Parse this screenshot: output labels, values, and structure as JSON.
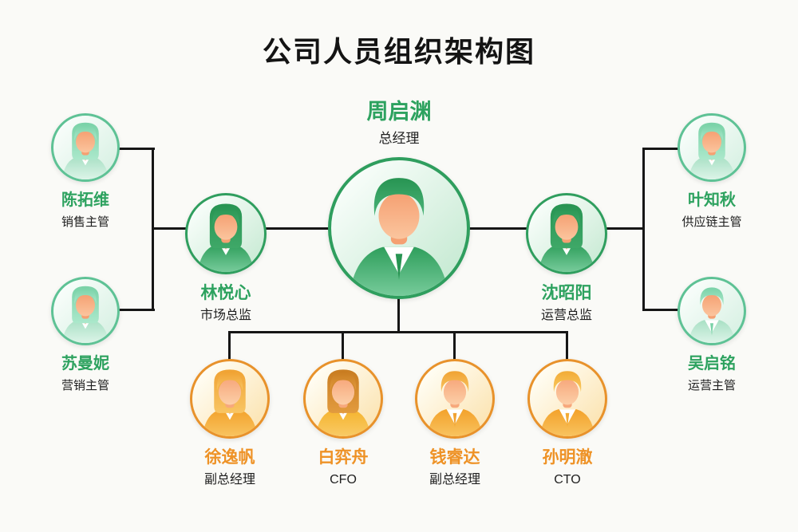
{
  "page": {
    "title": "公司人员组织架构图",
    "background_color": "#fafaf7",
    "line_color": "#161616",
    "green_name_color": "#2da25f",
    "orange_name_color": "#ee9226"
  },
  "nodes": [
    {
      "id": "ceo",
      "name": "周启渊",
      "role": "总经理",
      "gender": "male",
      "tier": "ceo",
      "name_color": "#2da25f",
      "palette": {
        "border": "#2f9e5e",
        "bg_from": "#f7fdf9",
        "bg_to": "#bfe7cd",
        "hair_from": "#279452",
        "hair_to": "#4ab378",
        "body_from": "#2f9f5c",
        "body_to": "#7fd0a2",
        "skin": "#f5a072",
        "skin_light": "#fbc59e"
      }
    },
    {
      "id": "director-left",
      "name": "林悦心",
      "role": "市场总监",
      "gender": "female",
      "tier": "director",
      "name_color": "#2da25f",
      "palette": {
        "border": "#2f9e5e",
        "bg_from": "#f7fdf9",
        "bg_to": "#c3e8d0",
        "hair_from": "#279452",
        "hair_to": "#3fa868",
        "body_from": "#2f9f5c",
        "body_to": "#7fd0a2",
        "skin": "#f5a072",
        "skin_light": "#fbc59e"
      }
    },
    {
      "id": "director-right",
      "name": "沈昭阳",
      "role": "运营总监",
      "gender": "female",
      "tier": "director",
      "name_color": "#2da25f",
      "palette": {
        "border": "#2f9e5e",
        "bg_from": "#f7fdf9",
        "bg_to": "#c3e8d0",
        "hair_from": "#279452",
        "hair_to": "#3fa868",
        "body_from": "#2f9f5c",
        "body_to": "#7fd0a2",
        "skin": "#f5a072",
        "skin_light": "#fbc59e"
      }
    },
    {
      "id": "supervisor-top-left",
      "name": "陈拓维",
      "role": "销售主管",
      "gender": "female",
      "tier": "supervisor",
      "name_color": "#2da25f",
      "palette": {
        "border": "#5ec295",
        "bg_from": "#f8fdfa",
        "bg_to": "#d3efe0",
        "hair_from": "#79d2a7",
        "hair_to": "#abe8cb",
        "body_from": "#a8e0c4",
        "body_to": "#e2f6ec",
        "skin": "#f5a072",
        "skin_light": "#fbc59e"
      }
    },
    {
      "id": "supervisor-bottom-left",
      "name": "苏曼妮",
      "role": "营销主管",
      "gender": "female",
      "tier": "supervisor",
      "name_color": "#2da25f",
      "palette": {
        "border": "#5ec295",
        "bg_from": "#f8fdfa",
        "bg_to": "#d3efe0",
        "hair_from": "#79d2a7",
        "hair_to": "#abe8cb",
        "body_from": "#a8e0c4",
        "body_to": "#e2f6ec",
        "skin": "#f5a072",
        "skin_light": "#fbc59e"
      }
    },
    {
      "id": "supervisor-top-right",
      "name": "叶知秋",
      "role": "供应链主管",
      "gender": "female",
      "tier": "supervisor",
      "name_color": "#2da25f",
      "palette": {
        "border": "#5ec295",
        "bg_from": "#f8fdfa",
        "bg_to": "#d3efe0",
        "hair_from": "#79d2a7",
        "hair_to": "#abe8cb",
        "body_from": "#a8e0c4",
        "body_to": "#e2f6ec",
        "skin": "#f5a072",
        "skin_light": "#fbc59e"
      }
    },
    {
      "id": "supervisor-bottom-right",
      "name": "吴启铭",
      "role": "运营主管",
      "gender": "male",
      "tier": "supervisor",
      "name_color": "#2da25f",
      "palette": {
        "border": "#5ec295",
        "bg_from": "#f8fdfa",
        "bg_to": "#d3efe0",
        "hair_from": "#79d2a7",
        "hair_to": "#abe8cb",
        "body_from": "#a8e0c4",
        "body_to": "#e2f6ec",
        "skin": "#f5a072",
        "skin_light": "#fbc59e"
      }
    },
    {
      "id": "exec-1",
      "name": "徐逸帆",
      "role": "副总经理",
      "gender": "female",
      "tier": "exec",
      "name_color": "#ee9226",
      "palette": {
        "border": "#e8922b",
        "bg_from": "#fffdf3",
        "bg_to": "#fbe0a8",
        "hair_from": "#f0a232",
        "hair_to": "#f8c564",
        "body_from": "#f3a22b",
        "body_to": "#f9c765",
        "skin": "#f7a87c",
        "skin_light": "#fccfa8"
      }
    },
    {
      "id": "exec-2",
      "name": "白弈舟",
      "role": "CFO",
      "gender": "female",
      "tier": "exec",
      "name_color": "#ee9226",
      "palette": {
        "border": "#e8922b",
        "bg_from": "#fffdf3",
        "bg_to": "#fbe0a8",
        "hair_from": "#c87c20",
        "hair_to": "#e29b3e",
        "body_from": "#f5b32d",
        "body_to": "#f9cd6c",
        "skin": "#f7a87c",
        "skin_light": "#fccfa8"
      }
    },
    {
      "id": "exec-3",
      "name": "钱睿达",
      "role": "副总经理",
      "gender": "male",
      "tier": "exec",
      "name_color": "#ee9226",
      "palette": {
        "border": "#e8922b",
        "bg_from": "#fffdf3",
        "bg_to": "#fbe0a8",
        "hair_from": "#f0a232",
        "hair_to": "#f8c564",
        "body_from": "#f3a22b",
        "body_to": "#f9c765",
        "skin": "#f7a87c",
        "skin_light": "#fccfa8"
      }
    },
    {
      "id": "exec-4",
      "name": "孙明澈",
      "role": "CTO",
      "gender": "male",
      "tier": "exec",
      "name_color": "#ee9226",
      "palette": {
        "border": "#e8922b",
        "bg_from": "#fffdf3",
        "bg_to": "#fbe0a8",
        "hair_from": "#f2ab36",
        "hair_to": "#f9ca62",
        "body_from": "#f3a22b",
        "body_to": "#f9c765",
        "skin": "#f7a87c",
        "skin_light": "#fccfa8"
      }
    }
  ]
}
